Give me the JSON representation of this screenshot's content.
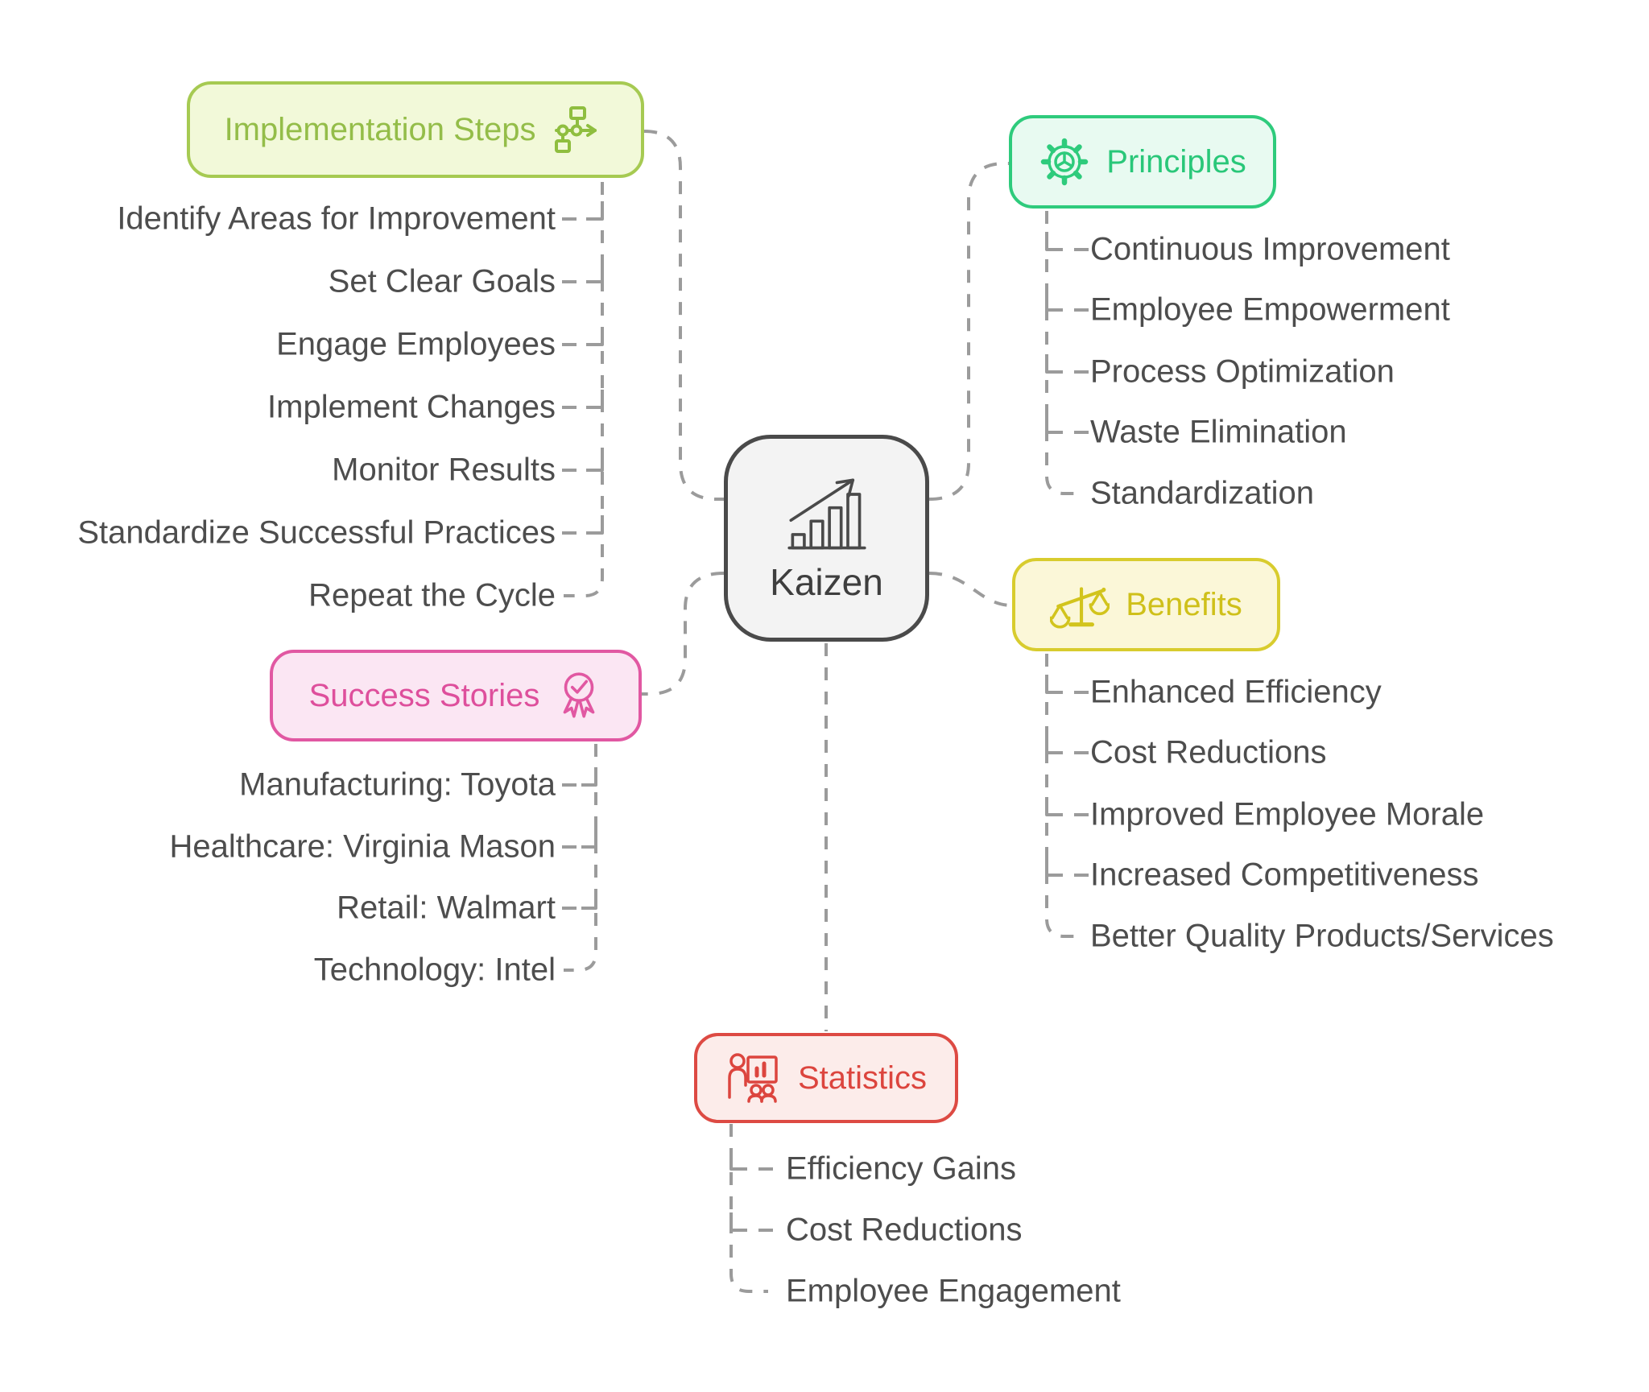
{
  "center_node": {
    "label": "Kaizen",
    "icon": "growth-trend-icon"
  },
  "branches": {
    "implementation_steps": {
      "label": "Implementation Steps",
      "icon": "workflow-icon",
      "accent": "#94bd49",
      "border": "#a6ca52",
      "background": "#f2f9d9",
      "items": [
        "Identify Areas for Improvement",
        "Set Clear Goals",
        "Engage Employees",
        "Implement Changes",
        "Monitor Results",
        "Standardize Successful Practices",
        "Repeat the Cycle"
      ]
    },
    "principles": {
      "label": "Principles",
      "icon": "gear-icon",
      "accent": "#29c779",
      "border": "#2ecb7c",
      "background": "#e8faf1",
      "items": [
        "Continuous Improvement",
        "Employee Empowerment",
        "Process Optimization",
        "Waste Elimination",
        "Standardization"
      ]
    },
    "benefits": {
      "label": "Benefits",
      "icon": "balance-scale-icon",
      "accent": "#cfc01a",
      "border": "#d8cc2e",
      "background": "#fbf7d8",
      "items": [
        "Enhanced Efficiency",
        "Cost Reductions",
        "Improved Employee Morale",
        "Increased Competitiveness",
        "Better Quality Products/Services"
      ]
    },
    "success_stories": {
      "label": "Success Stories",
      "icon": "award-medal-icon",
      "accent": "#de4f9c",
      "border": "#e158a2",
      "background": "#fbe6f3",
      "items": [
        "Manufacturing: Toyota",
        "Healthcare: Virginia Mason",
        "Retail: Walmart",
        "Technology: Intel"
      ]
    },
    "statistics": {
      "label": "Statistics",
      "icon": "presentation-stats-icon",
      "accent": "#dc453e",
      "border": "#dd4a43",
      "background": "#fcecea",
      "items": [
        "Efficiency Gains",
        "Cost Reductions",
        "Employee Engagement"
      ]
    }
  },
  "styles": {
    "item_text_color": "#4d4d4d",
    "connector_color": "#9b9b9b",
    "center_border": "#4a4a4a",
    "center_background": "#f3f3f3"
  }
}
